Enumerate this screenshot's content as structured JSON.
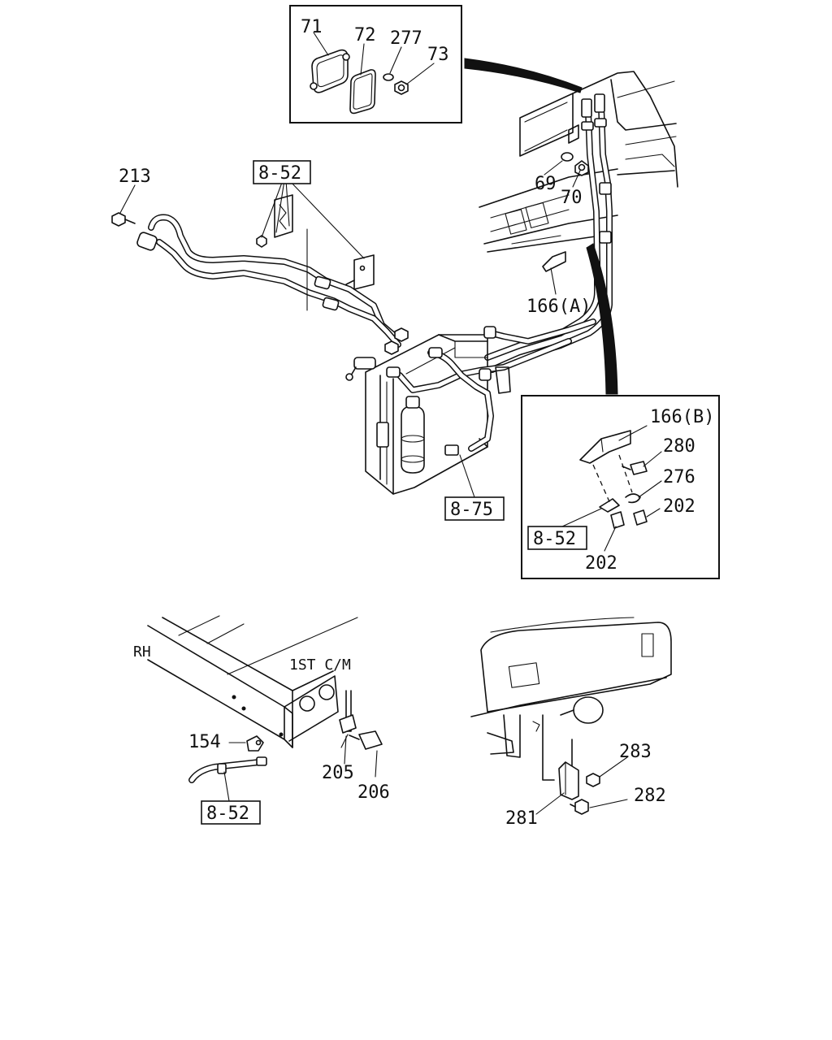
{
  "labels": {
    "p71": "71",
    "p72": "72",
    "p277": "277",
    "p73": "73",
    "p69": "69",
    "p70": "70",
    "p213": "213",
    "p166a": "166(A)",
    "p166b": "166(B)",
    "p280": "280",
    "p276": "276",
    "p202a": "202",
    "p202b": "202",
    "p154": "154",
    "p205": "205",
    "p206": "206",
    "p283": "283",
    "p282": "282",
    "p281": "281"
  },
  "refs": {
    "ref_852_top": "8-52",
    "ref_875": "8-75",
    "ref_852_inset": "8-52",
    "ref_852_bottom": "8-52"
  },
  "notes": {
    "rh": "RH",
    "crossmember": "1ST C/M"
  }
}
